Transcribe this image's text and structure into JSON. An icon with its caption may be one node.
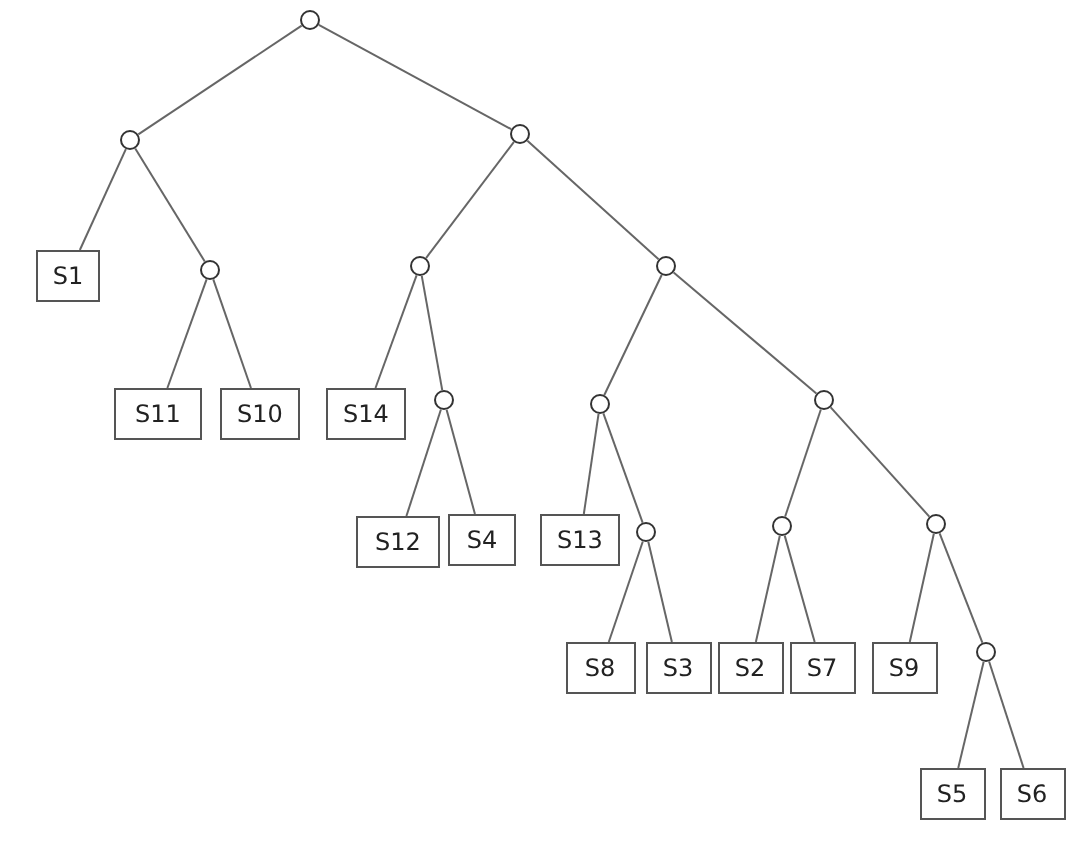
{
  "diagram": {
    "nodes": [
      {
        "text": [],
        "shape": "circle"
      },
      {
        "text": [],
        "shape": "circle"
      },
      {
        "text": [],
        "shape": "circle"
      },
      {
        "text": [
          "S1"
        ]
      },
      {
        "text": [],
        "shape": "circle"
      },
      {
        "text": [],
        "shape": "circle"
      },
      {
        "text": [],
        "shape": "circle"
      },
      {
        "text": [
          "S11"
        ]
      },
      {
        "text": [
          "S10"
        ]
      },
      {
        "text": [
          "S14"
        ]
      },
      {
        "text": [],
        "shape": "circle"
      },
      {
        "text": [],
        "shape": "circle"
      },
      {
        "text": [],
        "shape": "circle"
      },
      {
        "text": [
          "S12"
        ]
      },
      {
        "text": [
          "S4"
        ]
      },
      {
        "text": [
          "S13"
        ]
      },
      {
        "text": [],
        "shape": "circle"
      },
      {
        "text": [],
        "shape": "circle"
      },
      {
        "text": [],
        "shape": "circle"
      },
      {
        "text": [
          "S8"
        ]
      },
      {
        "text": [
          "S3"
        ]
      },
      {
        "text": [
          "S2"
        ]
      },
      {
        "text": [
          "S7"
        ]
      },
      {
        "text": [
          "S9"
        ]
      },
      {
        "text": [],
        "shape": "circle"
      },
      {
        "text": [
          "S5"
        ]
      },
      {
        "text": [
          "S6"
        ]
      }
    ],
    "edges": [
      {
        "from": 0,
        "to": 1,
        "arrow": "none"
      },
      {
        "from": 0,
        "to": 2,
        "arrow": "none"
      },
      {
        "from": 1,
        "to": 3,
        "arrow": "none"
      },
      {
        "from": 1,
        "to": 4,
        "arrow": "none"
      },
      {
        "from": 2,
        "to": 5,
        "arrow": "none"
      },
      {
        "from": 2,
        "to": 6,
        "arrow": "none"
      },
      {
        "from": 4,
        "to": 7,
        "arrow": "none"
      },
      {
        "from": 4,
        "to": 8,
        "arrow": "none"
      },
      {
        "from": 5,
        "to": 9,
        "arrow": "none"
      },
      {
        "from": 5,
        "to": 10,
        "arrow": "none"
      },
      {
        "from": 6,
        "to": 11,
        "arrow": "none"
      },
      {
        "from": 6,
        "to": 12,
        "arrow": "none"
      },
      {
        "from": 10,
        "to": 13,
        "arrow": "none"
      },
      {
        "from": 10,
        "to": 14,
        "arrow": "none"
      },
      {
        "from": 11,
        "to": 15,
        "arrow": "none"
      },
      {
        "from": 11,
        "to": 16,
        "arrow": "none"
      },
      {
        "from": 12,
        "to": 17,
        "arrow": "none"
      },
      {
        "from": 12,
        "to": 18,
        "arrow": "none"
      },
      {
        "from": 16,
        "to": 19,
        "arrow": "none"
      },
      {
        "from": 16,
        "to": 20,
        "arrow": "none"
      },
      {
        "from": 17,
        "to": 21,
        "arrow": "none"
      },
      {
        "from": 17,
        "to": 22,
        "arrow": "none"
      },
      {
        "from": 18,
        "to": 23,
        "arrow": "none"
      },
      {
        "from": 18,
        "to": 24,
        "arrow": "none"
      },
      {
        "from": 24,
        "to": 25,
        "arrow": "none"
      },
      {
        "from": 24,
        "to": 26,
        "arrow": "none"
      }
    ]
  }
}
